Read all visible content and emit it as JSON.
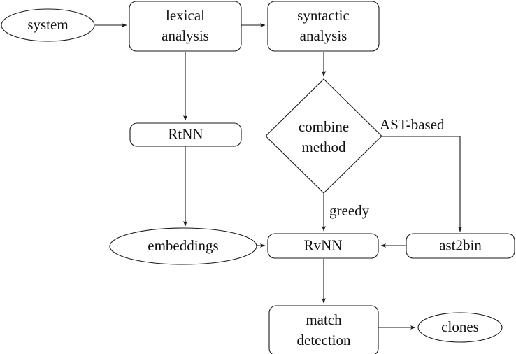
{
  "diagram": {
    "title": "Code clone detection pipeline flowchart",
    "background_color": "#ffffff",
    "stroke_color": "#1a1a1a",
    "text_color": "#111111",
    "nodes": [
      {
        "id": "system",
        "shape": "ellipse",
        "label": "system",
        "label_line1": "system",
        "label_line2": ""
      },
      {
        "id": "lexical",
        "shape": "rounded-rect",
        "label": "lexical analysis",
        "label_line1": "lexical",
        "label_line2": "analysis"
      },
      {
        "id": "syntactic",
        "shape": "rounded-rect",
        "label": "syntactic analysis",
        "label_line1": "syntactic",
        "label_line2": "analysis"
      },
      {
        "id": "rtnn",
        "shape": "rounded-rect",
        "label": "RtNN",
        "label_line1": "RtNN",
        "label_line2": ""
      },
      {
        "id": "combine",
        "shape": "diamond",
        "label": "combine method",
        "label_line1": "combine",
        "label_line2": "method"
      },
      {
        "id": "embeddings",
        "shape": "ellipse",
        "label": "embeddings",
        "label_line1": "embeddings",
        "label_line2": ""
      },
      {
        "id": "rvnn",
        "shape": "rounded-rect",
        "label": "RvNN",
        "label_line1": "RvNN",
        "label_line2": ""
      },
      {
        "id": "ast2bin",
        "shape": "rounded-rect",
        "label": "ast2bin",
        "label_line1": "ast2bin",
        "label_line2": ""
      },
      {
        "id": "match",
        "shape": "rounded-rect",
        "label": "match detection",
        "label_line1": "match",
        "label_line2": "detection"
      },
      {
        "id": "clones",
        "shape": "ellipse",
        "label": "clones",
        "label_line1": "clones",
        "label_line2": ""
      }
    ],
    "edges": [
      {
        "id": "e1",
        "from": "system",
        "to": "lexical",
        "label": ""
      },
      {
        "id": "e2",
        "from": "lexical",
        "to": "syntactic",
        "label": ""
      },
      {
        "id": "e3",
        "from": "lexical",
        "to": "rtnn",
        "label": ""
      },
      {
        "id": "e4",
        "from": "syntactic",
        "to": "combine",
        "label": ""
      },
      {
        "id": "e5",
        "from": "rtnn",
        "to": "embeddings",
        "label": ""
      },
      {
        "id": "e6",
        "from": "combine",
        "to": "rvnn",
        "label": "greedy"
      },
      {
        "id": "e7",
        "from": "combine",
        "to": "ast2bin",
        "label": "AST-based"
      },
      {
        "id": "e8",
        "from": "embeddings",
        "to": "rvnn",
        "label": ""
      },
      {
        "id": "e9",
        "from": "ast2bin",
        "to": "rvnn",
        "label": ""
      },
      {
        "id": "e10",
        "from": "rvnn",
        "to": "match",
        "label": ""
      },
      {
        "id": "e11",
        "from": "match",
        "to": "clones",
        "label": ""
      }
    ],
    "edge_labels": {
      "greedy": "greedy",
      "ast_based": "AST-based"
    }
  }
}
